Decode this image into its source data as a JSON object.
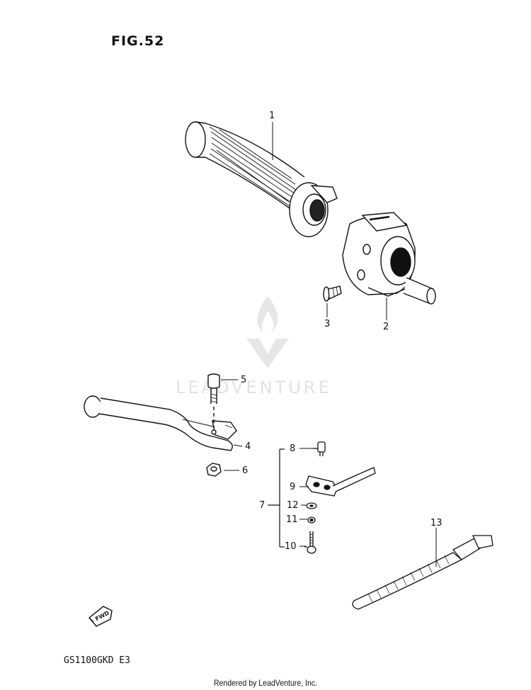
{
  "figure": {
    "title": "FIG.52",
    "model_code": "GS1100GKD  E3"
  },
  "watermark": {
    "brand": "LEADVENTURE"
  },
  "footer": {
    "text": "Rendered by LeadVenture, Inc."
  },
  "fwd_label": "FWD",
  "parts": [
    {
      "number": "1",
      "name": "grip"
    },
    {
      "number": "2",
      "name": "switch-housing"
    },
    {
      "number": "3",
      "name": "screw"
    },
    {
      "number": "4",
      "name": "lever"
    },
    {
      "number": "5",
      "name": "bolt"
    },
    {
      "number": "6",
      "name": "nut"
    },
    {
      "number": "7",
      "name": "switch-assembly"
    },
    {
      "number": "8",
      "name": "switch-plunger"
    },
    {
      "number": "9",
      "name": "switch-body"
    },
    {
      "number": "10",
      "name": "screw"
    },
    {
      "number": "11",
      "name": "spring-washer"
    },
    {
      "number": "12",
      "name": "washer"
    },
    {
      "number": "13",
      "name": "cable-tie"
    }
  ]
}
